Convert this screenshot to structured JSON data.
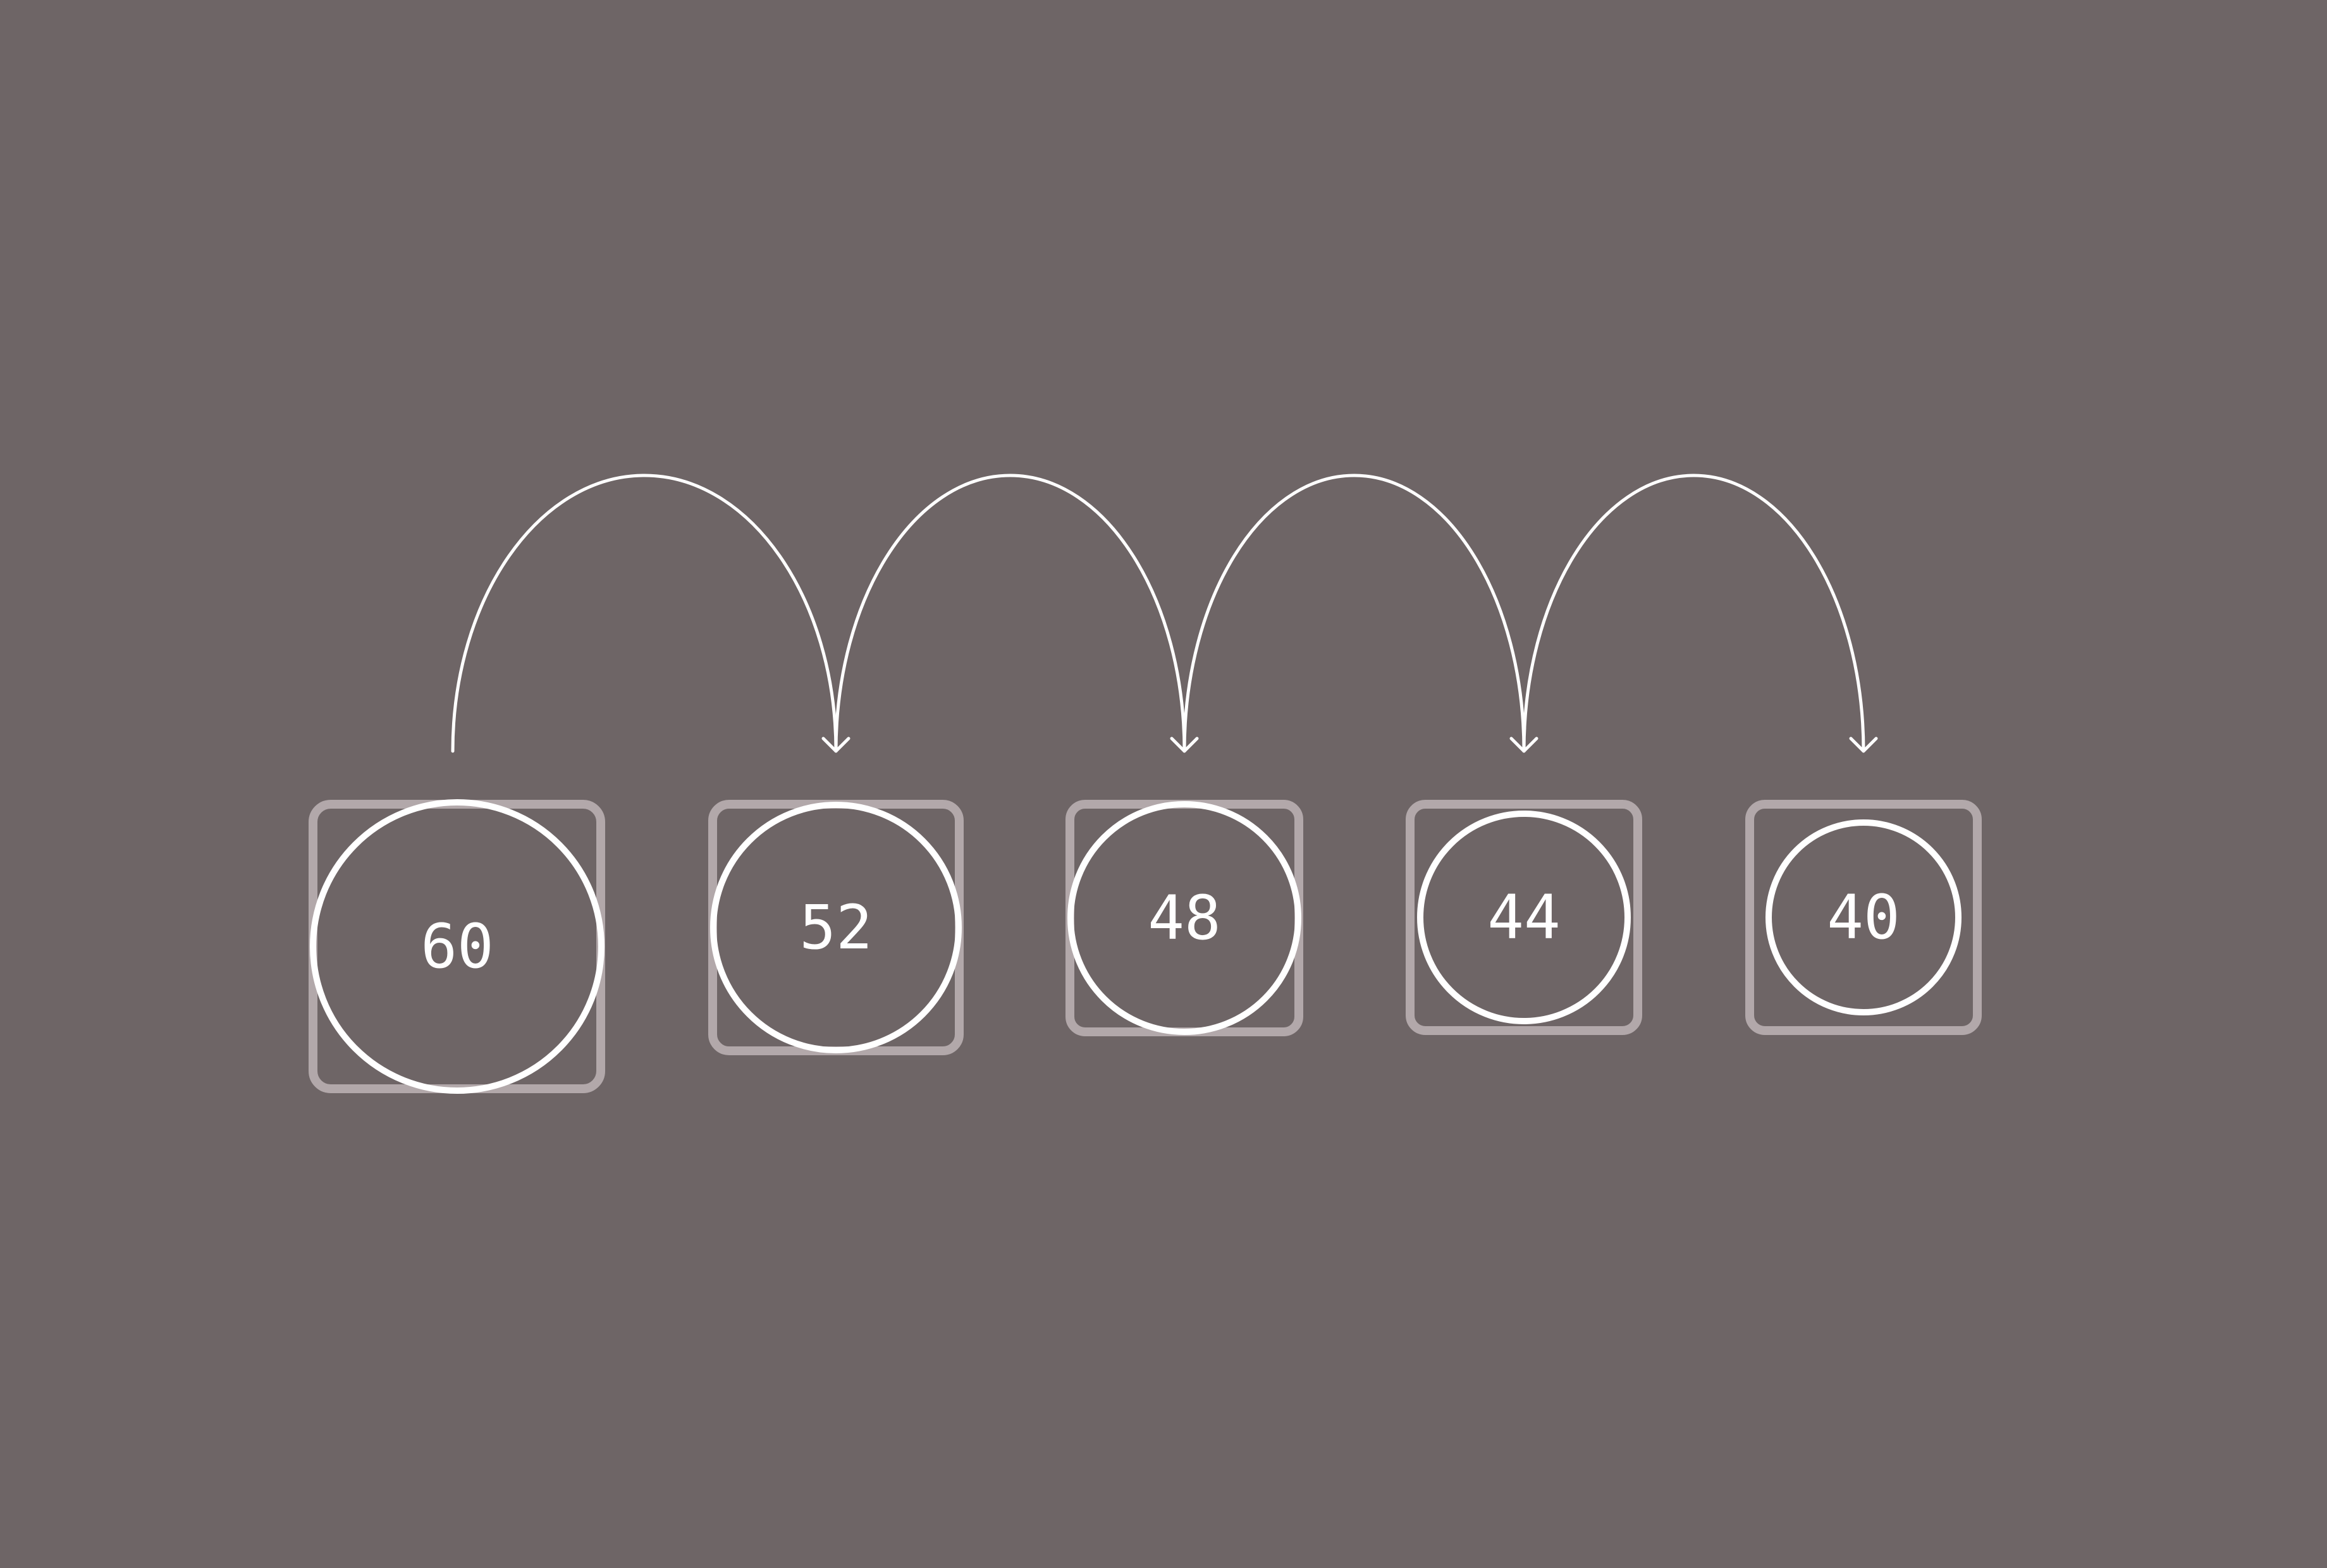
{
  "colors": {
    "background": "#6e6566",
    "box_stroke": "#b2a8aa",
    "circle_stroke": "#ffffff",
    "arrow_stroke": "#ffffff",
    "label": "#ffffff"
  },
  "nodes": [
    {
      "id": "node-1",
      "label": "60"
    },
    {
      "id": "node-2",
      "label": "52"
    },
    {
      "id": "node-3",
      "label": "48"
    },
    {
      "id": "node-4",
      "label": "44"
    },
    {
      "id": "node-5",
      "label": "40"
    }
  ],
  "edges": [
    {
      "from": "node-1",
      "to": "node-2"
    },
    {
      "from": "node-2",
      "to": "node-3"
    },
    {
      "from": "node-3",
      "to": "node-4"
    },
    {
      "from": "node-4",
      "to": "node-5"
    }
  ]
}
